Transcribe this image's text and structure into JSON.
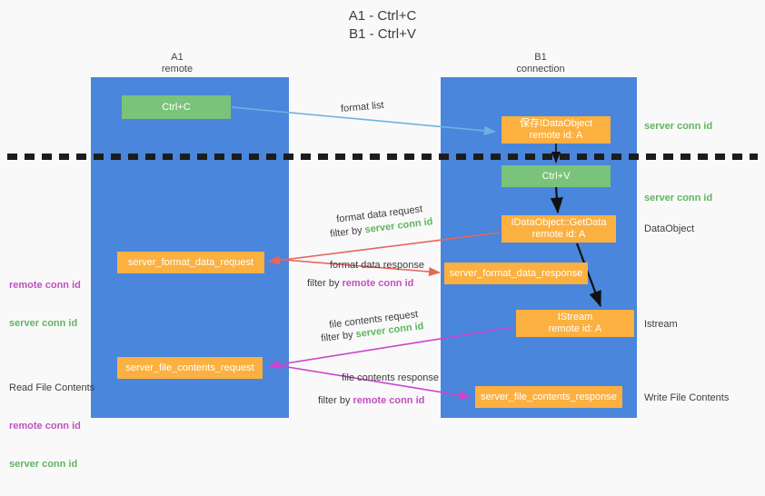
{
  "title": "A1 - Ctrl+C\nB1 - Ctrl+V",
  "lanes": {
    "left": {
      "name": "A1",
      "sub": "remote",
      "header": "A1\nremote"
    },
    "right": {
      "name": "B1",
      "sub": "connection",
      "header": "B1\nconnection"
    }
  },
  "boxes": {
    "ctrl_c": "Ctrl+C",
    "save_dataobject": "保存IDataObject\nremote id: A",
    "ctrl_v": "Ctrl+V",
    "getdata": "IDataObject::GetData\nremote id: A",
    "server_format_data_request": "server_format_data_request",
    "server_format_data_response": "server_format_data_response",
    "istream": "IStream\nremote id: A",
    "server_file_contents_request": "server_file_contents_request",
    "server_file_contents_response": "server_file_contents_response"
  },
  "edge_labels": {
    "format_list": "format list",
    "format_data_request": "format data request",
    "filter_by_prefix": "filter by ",
    "server_conn_id": "server conn id",
    "remote_conn_id": "remote conn id",
    "format_data_response": "format data response",
    "file_contents_request": "file contents request",
    "file_contents_response": "file contents response"
  },
  "right_labels": {
    "server_conn_id_top": "server conn id",
    "server_conn_id_mid": "server conn id",
    "dataobject": "DataObject",
    "istream": "Istream",
    "write_file_contents": "Write File Contents"
  },
  "left_labels": {
    "remote_conn_id": "remote conn id",
    "server_conn_id": "server conn id",
    "read_file_contents": "Read File Contents"
  },
  "colors": {
    "lane": "#4a86db",
    "green_box": "#7ac37a",
    "orange_box": "#fbb040",
    "green_text": "#5fb55f",
    "purple_text": "#c24fc2",
    "arrow_blue": "#6fb2e0",
    "arrow_red": "#e8655a",
    "arrow_magenta": "#cc44cc",
    "arrow_black": "#111111",
    "background": "#f9f9f9"
  }
}
